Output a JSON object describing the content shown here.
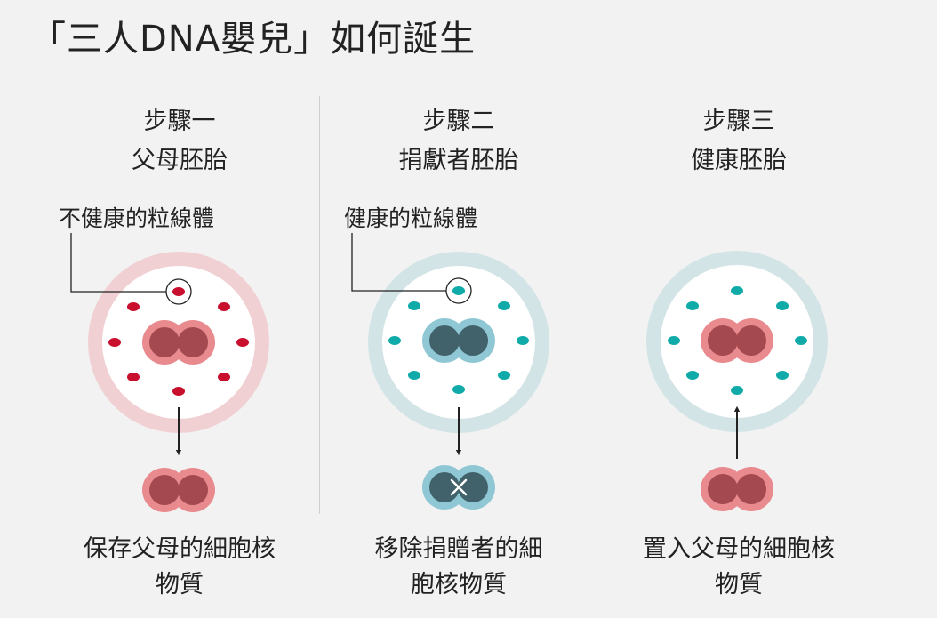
{
  "title": "「三人DNA嬰兒」如何誕生",
  "steps": [
    {
      "number": "步驟一",
      "name": "父母胚胎",
      "callout": "不健康的粒線體",
      "caption_line1": "保存父母的細胞核",
      "caption_line2": "物質"
    },
    {
      "number": "步驟二",
      "name": "捐獻者胚胎",
      "callout": "健康的粒線體",
      "caption_line1": "移除捐贈者的細",
      "caption_line2": "胞核物質"
    },
    {
      "number": "步驟三",
      "name": "健康胚胎",
      "callout": "",
      "caption_line1": "置入父母的細胞核",
      "caption_line2": "物質"
    }
  ],
  "colors": {
    "background": "#f2f2f2",
    "unhealthy_ring": "#f1d0d3",
    "unhealthy_mito": "#c8102e",
    "healthy_ring": "#d3e4e6",
    "healthy_mito": "#10aaa8",
    "parent_nucleus_outer": "#e88a8e",
    "parent_nucleus_inner": "#a4494f",
    "donor_nucleus_outer": "#8fc8d4",
    "donor_nucleus_inner": "#42626b"
  },
  "icons": {
    "remove_marker": "x-mark-icon",
    "arrow_down": "arrow-down-icon",
    "arrow_up": "arrow-up-icon"
  }
}
